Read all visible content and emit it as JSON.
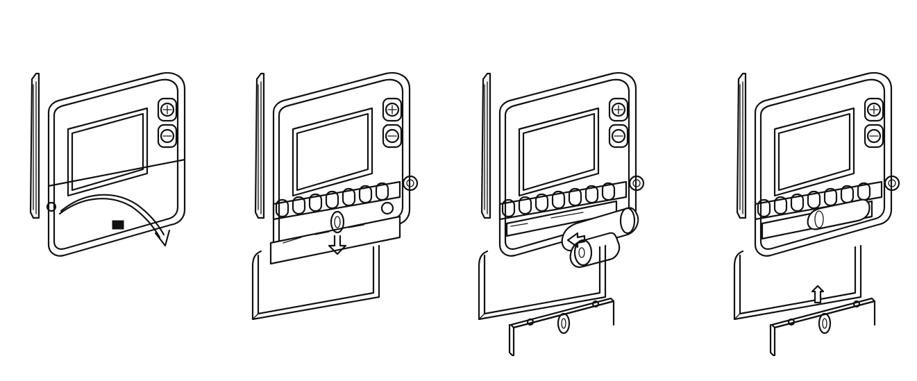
{
  "figure": {
    "steps": [
      {
        "id": "step-1",
        "action": "open-front-cover",
        "arrow": "curved-down"
      },
      {
        "id": "step-2",
        "action": "pull-down-battery-cover",
        "arrow": "down"
      },
      {
        "id": "step-3",
        "action": "insert-batteries",
        "arrow": "left"
      },
      {
        "id": "step-4",
        "action": "replace-battery-cover",
        "arrow": "up"
      }
    ],
    "icons": [
      "thermostat-device",
      "battery-icon",
      "arrow-icon"
    ],
    "colors": {
      "line": "#111111",
      "background": "#ffffff"
    }
  }
}
